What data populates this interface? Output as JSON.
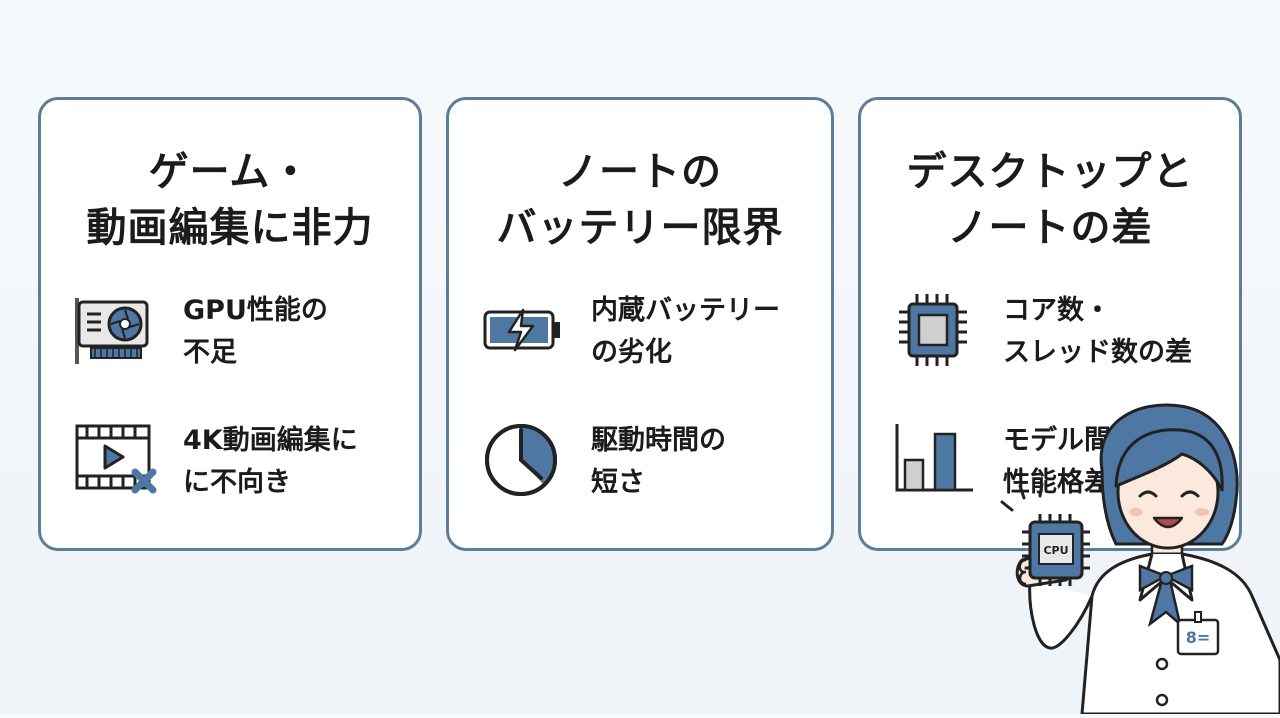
{
  "cards": [
    {
      "title": [
        "ゲーム・",
        "動画編集に非力"
      ],
      "items": [
        {
          "icon": "gpu-icon",
          "label": [
            "GPU性能の",
            "不足"
          ]
        },
        {
          "icon": "video-x-icon",
          "label": [
            "4K動画編集に",
            "に不向き"
          ]
        }
      ]
    },
    {
      "title": [
        "ノートの",
        "バッテリー限界"
      ],
      "items": [
        {
          "icon": "battery-icon",
          "label": [
            "内蔵バッテリー",
            "の劣化"
          ]
        },
        {
          "icon": "clock-icon",
          "label": [
            "駆動時間の",
            "短さ"
          ]
        }
      ]
    },
    {
      "title": [
        "デスクトップと",
        "ノートの差"
      ],
      "items": [
        {
          "icon": "cpu-icon",
          "label": [
            "コア数・",
            "スレッド数の差"
          ]
        },
        {
          "icon": "bar-chart-icon",
          "label": [
            "モデル間の",
            "性能格差"
          ]
        }
      ]
    }
  ],
  "character": {
    "chip_label": "CPU",
    "badge_text": "8="
  },
  "colors": {
    "accent": "#5e7d98",
    "icon_fill": "#4f77a3",
    "text": "#1b1b1b"
  }
}
